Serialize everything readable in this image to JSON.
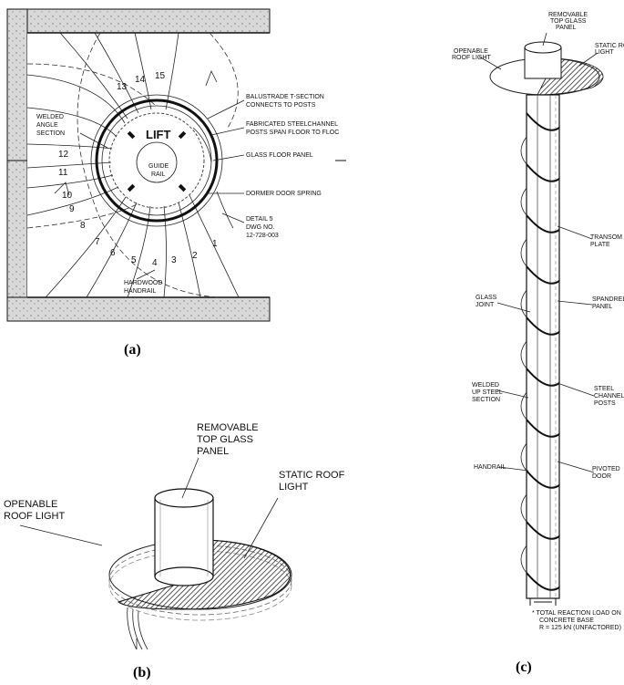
{
  "panel_a": {
    "caption": "(a)",
    "labels": {
      "lift": "LIFT",
      "guide_rail": "GUIDE RAIL",
      "welded_angle": "WELDED ANGLE SECTION",
      "balustrade": "BALUSTRADE T-SECTION CONNECTS TO POSTS",
      "fabricated": "FABRICATED STEELCHANNEL POSTS SPAN FLOOR TO FLOC",
      "glass_floor": "GLASS FLOOR PANEL",
      "dormer": "DORMER DOOR SPRING",
      "detail": "DETAIL 5 DWG NO. 12-728-003",
      "handrail": "HARDWOOD HANDRAIL"
    },
    "steps": [
      "1",
      "2",
      "3",
      "4",
      "5",
      "6",
      "7",
      "8",
      "9",
      "10",
      "11",
      "12",
      "13",
      "14",
      "15"
    ]
  },
  "panel_b": {
    "caption": "(b)",
    "labels": {
      "removable": "REMOVABLE TOP GLASS PANEL",
      "openable": "OPENABLE ROOF LIGHT",
      "static": "STATIC ROOF LIGHT"
    }
  },
  "panel_c": {
    "caption": "(c)",
    "labels": {
      "removable": "REMOVABLE TOP GLASS PANEL",
      "openable": "OPENABLE ROOF LIGHT",
      "static": "STATIC RO LIGHT",
      "transom": "TRANSOM PLATE",
      "glass_joint": "GLASS JOINT",
      "spandrel": "SPANDREL PANEL",
      "welded": "WELDED UP STEEL SECTION",
      "steel_posts": "STEEL CHANNEL POSTS",
      "handrail": "HANDRAIL",
      "pivoted": "PIVOTED DOOR",
      "reaction": "TOTAL REACTION LOAD ON CONCRETE BASE R = 125 kN (UNFACTORED)"
    }
  }
}
